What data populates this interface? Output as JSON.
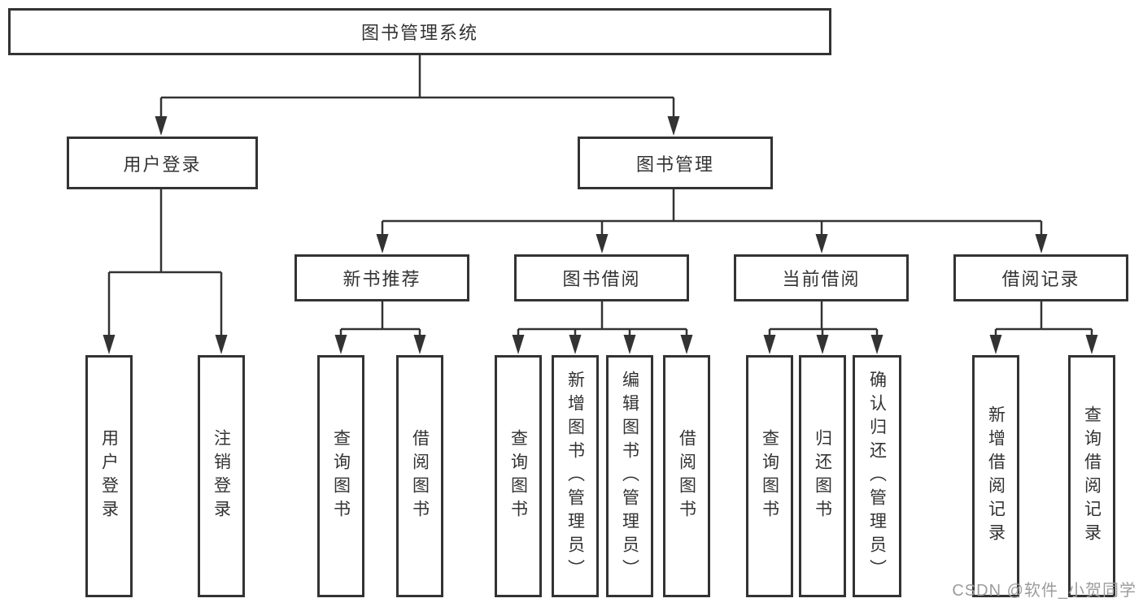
{
  "tree": {
    "label": "图书管理系统",
    "children": [
      {
        "label": "用户登录",
        "children": [
          {
            "label": "用户登录"
          },
          {
            "label": "注销登录"
          }
        ]
      },
      {
        "label": "图书管理",
        "children": [
          {
            "label": "新书推荐",
            "children": [
              {
                "label": "查询图书"
              },
              {
                "label": "借阅图书"
              }
            ]
          },
          {
            "label": "图书借阅",
            "children": [
              {
                "label": "查询图书"
              },
              {
                "label": "新增图书（管理员）"
              },
              {
                "label": "编辑图书（管理员）"
              },
              {
                "label": "借阅图书"
              }
            ]
          },
          {
            "label": "当前借阅",
            "children": [
              {
                "label": "查询图书"
              },
              {
                "label": "归还图书"
              },
              {
                "label": "确认归还（管理员）"
              }
            ]
          },
          {
            "label": "借阅记录",
            "children": [
              {
                "label": "新增借阅记录"
              },
              {
                "label": "查询借阅记录"
              }
            ]
          }
        ]
      }
    ]
  },
  "watermark": {
    "text": "CSDN @软件_小贺同学"
  },
  "colors": {
    "line": "#333333",
    "box_border": "#333333",
    "text": "#333333",
    "watermark": "#9c9c9c",
    "background": "#ffffff"
  }
}
